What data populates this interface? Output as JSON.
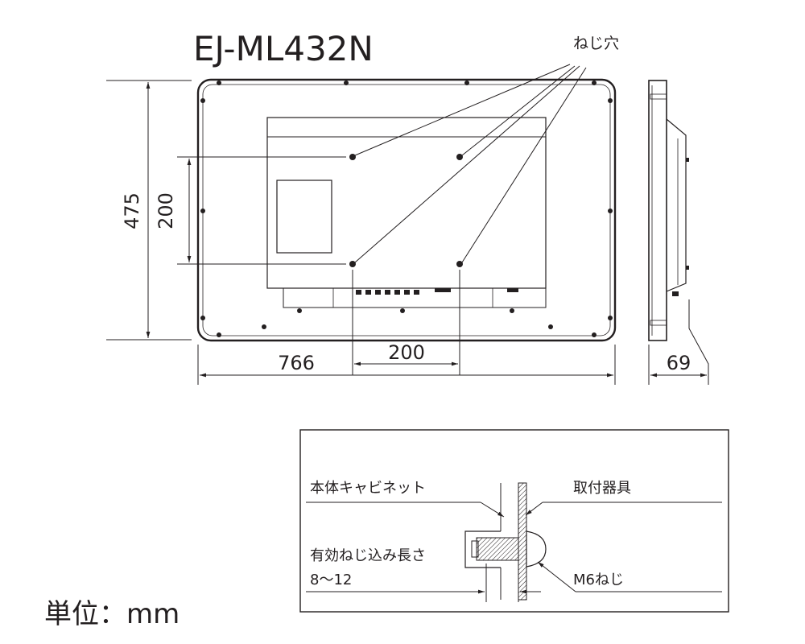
{
  "model": "EJ-ML432N",
  "labels": {
    "screw_holes": "ねじ穴",
    "unit": "単位：mm"
  },
  "dimensions": {
    "width": "766",
    "height": "475",
    "vesa_horizontal": "200",
    "vesa_vertical": "200",
    "depth": "69"
  },
  "detail": {
    "cabinet": "本体キャビネット",
    "bracket": "取付器具",
    "thread_length_label": "有効ねじ込み長さ",
    "thread_length_value": "8～12",
    "screw": "M6ねじ"
  }
}
